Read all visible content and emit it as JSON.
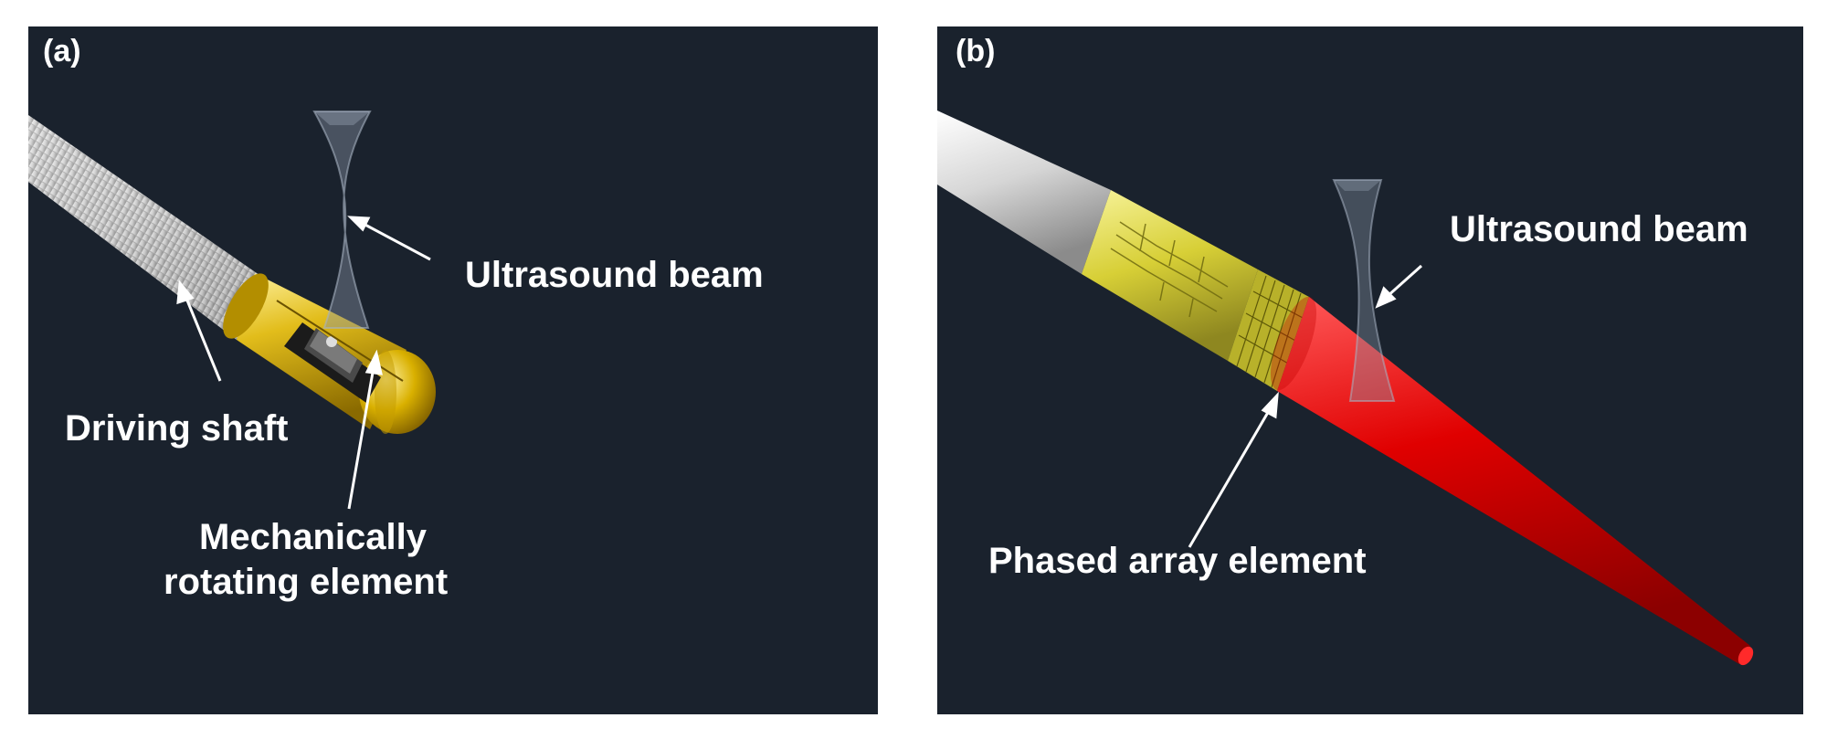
{
  "panel_a": {
    "tag": "(a)",
    "labels": {
      "beam": "Ultrasound beam",
      "shaft": "Driving shaft",
      "element_line1": "Mechanically",
      "element_line2": "rotating element"
    }
  },
  "panel_b": {
    "tag": "(b)",
    "labels": {
      "beam": "Ultrasound beam",
      "element": "Phased array element"
    }
  },
  "colors": {
    "background": "#1a222d",
    "shaft": "#d9d9d9",
    "tip_gold": "#d9b400",
    "array_yellow": "#e8e35a",
    "cone_red": "#e00000",
    "beam": "#8a96a8"
  }
}
